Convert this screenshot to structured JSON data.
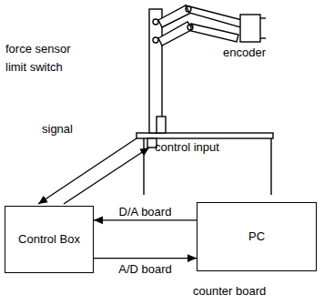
{
  "diagram": {
    "nodes": [
      {
        "text": [
          "Control Box"
        ]
      },
      {
        "text": [
          "PC"
        ]
      }
    ],
    "edges": [
      {
        "from": 1,
        "to": 0,
        "label": "D/A board",
        "arrow": "to"
      },
      {
        "from": 0,
        "to": 1,
        "label": "A/D board",
        "arrow": "to"
      }
    ],
    "labels": [
      "force sensor",
      "limit switch",
      "encoder",
      "signal",
      "control input",
      "counter board"
    ]
  }
}
